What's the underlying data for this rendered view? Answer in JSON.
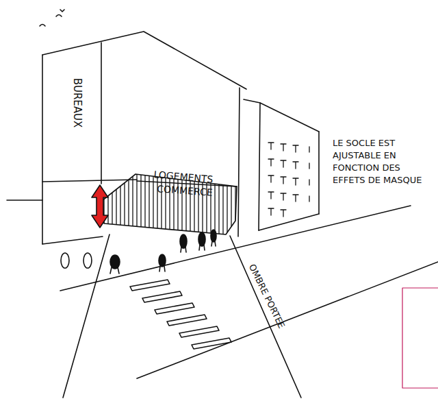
{
  "diagram": {
    "labels": [
      "BUREAUX",
      "LOGEMENTS",
      "COMMERCE",
      "LE SOCLE EST AJUSTABLE EN FONCTION DES EFFETS DE MASQUE",
      "OMBRE PORTEE"
    ]
  }
}
